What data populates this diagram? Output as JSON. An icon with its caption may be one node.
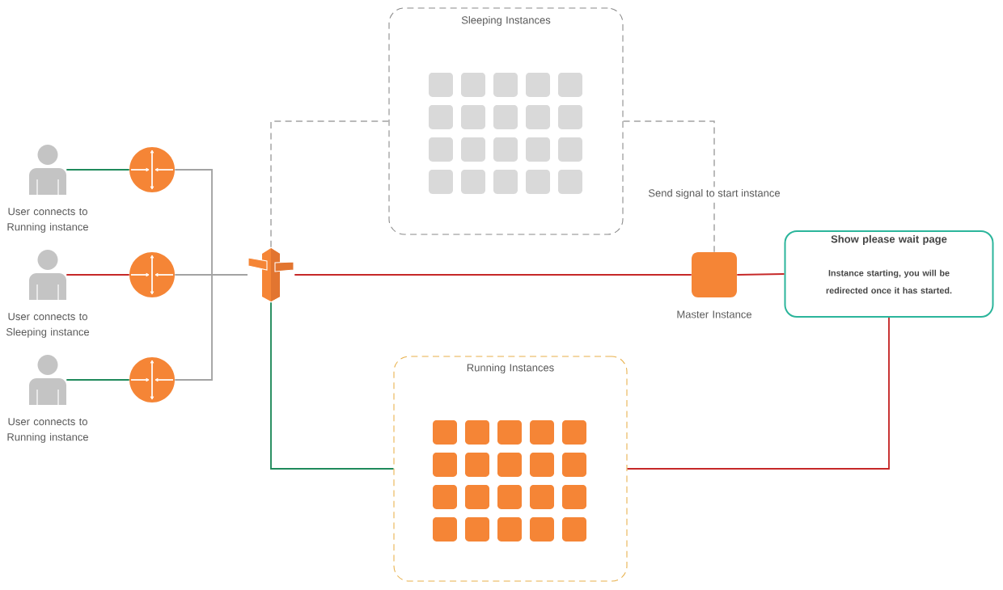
{
  "diagram": {
    "nodes": [
      {
        "text": [],
        "shape": "person",
        "beside": [
          "User connects to Running instance"
        ]
      },
      {
        "text": [],
        "shape": "person",
        "beside": [
          "User connects to Sleeping instance"
        ]
      },
      {
        "text": [],
        "shape": "person",
        "beside": [
          "User connects to Running instance"
        ]
      },
      {
        "text": [],
        "shape": "circle"
      },
      {
        "text": [],
        "shape": "circle"
      },
      {
        "text": [],
        "shape": "circle"
      },
      {
        "text": [],
        "shape": "picture"
      },
      {
        "text": [
          "Sleeping Instances"
        ]
      },
      {
        "text": [],
        "shape": "box",
        "beside": [
          "Master Instance"
        ]
      },
      {
        "text": [
          "Show please wait page",
          "Instance starting, you will be redirected once it has started."
        ]
      },
      {
        "text": [
          "Running Instances"
        ]
      }
    ],
    "edges": [
      {
        "from": 0,
        "to": 3,
        "arrow": "none",
        "color": "#1f8a5b"
      },
      {
        "from": 1,
        "to": 4,
        "arrow": "none",
        "color": "#c62828"
      },
      {
        "from": 2,
        "to": 5,
        "arrow": "none",
        "color": "#1f8a5b"
      },
      {
        "from": 3,
        "to": 6,
        "arrow": "none"
      },
      {
        "from": 4,
        "to": 6,
        "arrow": "none"
      },
      {
        "from": 5,
        "to": 6,
        "arrow": "none"
      },
      {
        "from": 6,
        "to": 7,
        "arrow": "none",
        "style": "dashed"
      },
      {
        "from": 7,
        "to": 8,
        "arrow": "none",
        "style": "dashed",
        "label": "Send signal to start instance"
      },
      {
        "from": 6,
        "to": 8,
        "arrow": "none",
        "color": "#c62828"
      },
      {
        "from": 8,
        "to": 9,
        "arrow": "none",
        "color": "#c62828"
      },
      {
        "from": 6,
        "to": 10,
        "arrow": "none",
        "color": "#1f8a5b"
      },
      {
        "from": 10,
        "to": 9,
        "arrow": "none",
        "color": "#c62828"
      }
    ]
  }
}
